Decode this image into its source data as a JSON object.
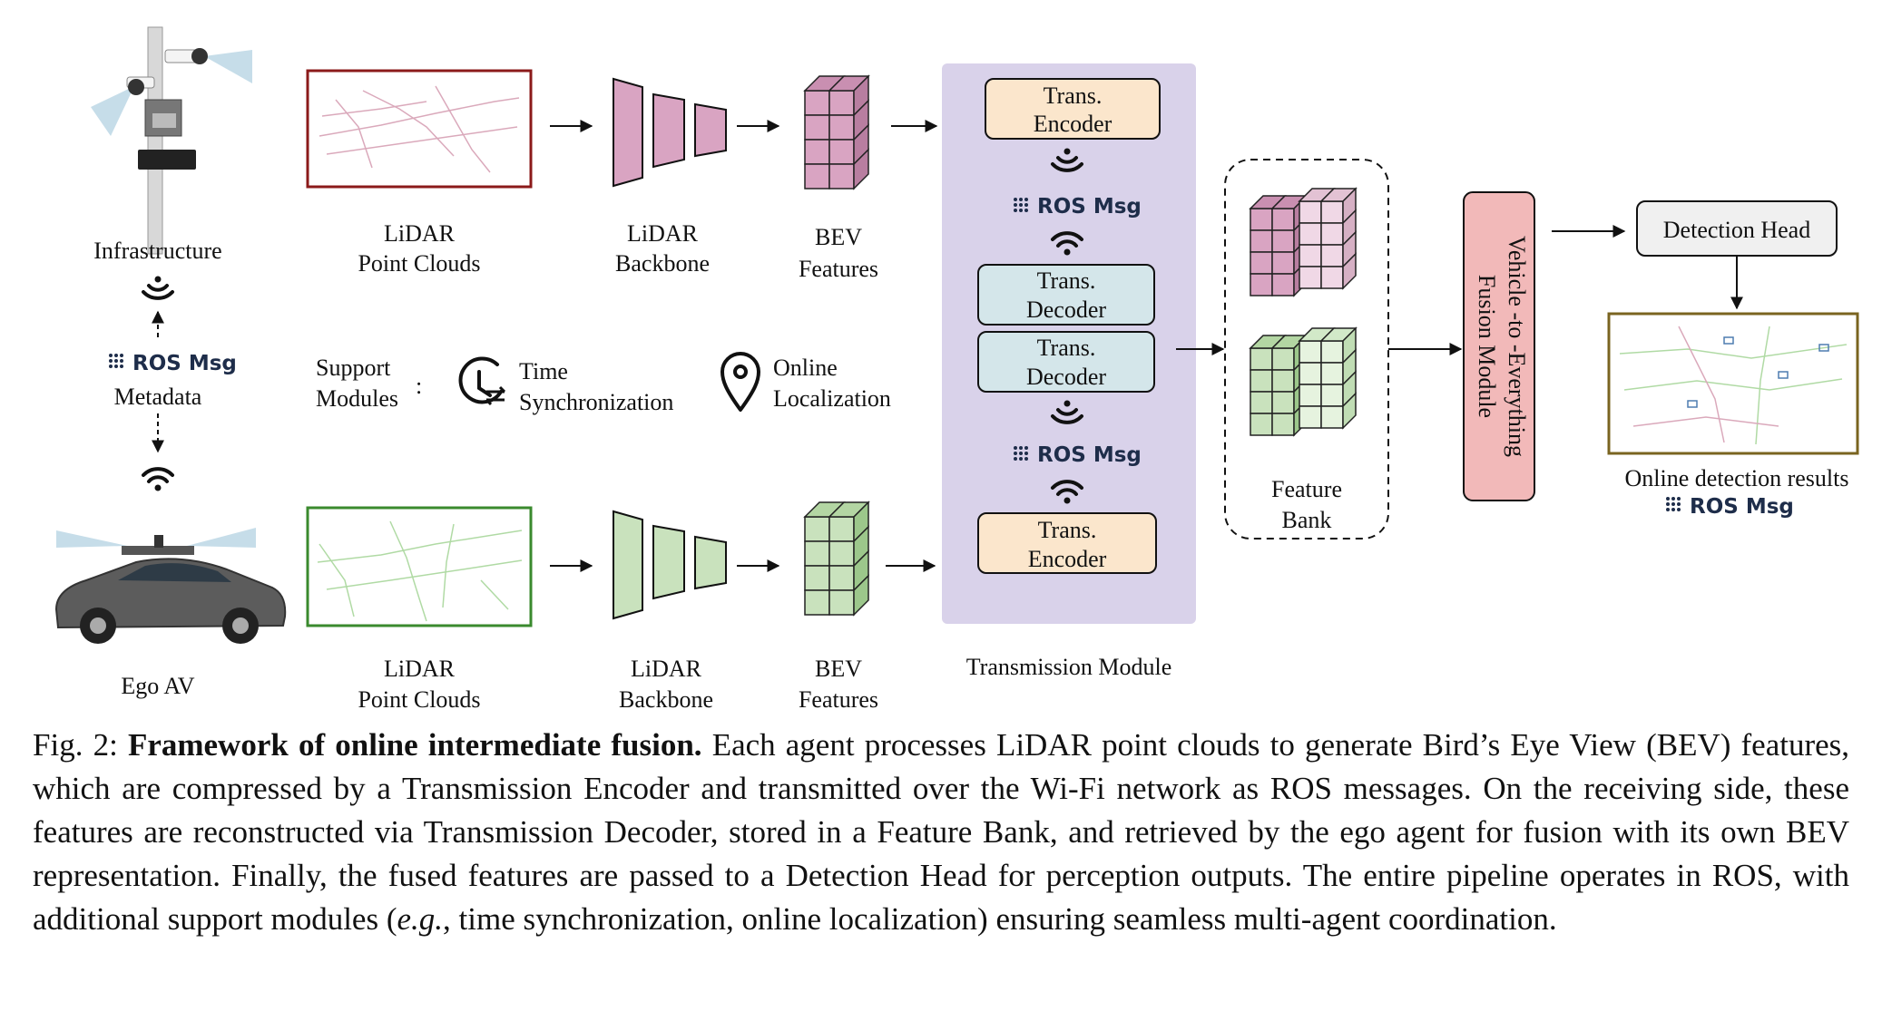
{
  "agents": {
    "infrastructure": "Infrastructure",
    "ego": "Ego AV",
    "metadata": "Metadata"
  },
  "ros_msg": "ROS Msg",
  "pipeline": {
    "point_clouds": [
      "LiDAR",
      "Point Clouds"
    ],
    "backbone": [
      "LiDAR",
      "Backbone"
    ],
    "bev": [
      "BEV",
      "Features"
    ]
  },
  "transmission": {
    "encoder": [
      "Trans.",
      "Encoder"
    ],
    "decoder": [
      "Trans.",
      "Decoder"
    ],
    "title": "Transmission Module"
  },
  "support": {
    "label": [
      "Support",
      "Modules"
    ],
    "colon": ":",
    "time_sync": [
      "Time",
      "Synchronization"
    ],
    "localization": [
      "Online",
      "Localization"
    ]
  },
  "feature_bank": [
    "Feature",
    "Bank"
  ],
  "fusion_module": [
    "Vehicle -to -Everything",
    "Fusion Module"
  ],
  "detection_head": "Detection Head",
  "results": "Online detection results",
  "caption": {
    "prefix": "Fig. 2:",
    "bold": "Framework of online intermediate fusion.",
    "part1": "Each agent processes LiDAR point clouds to generate Bird’s Eye View (BEV) features, which are compressed by a Transmission Encoder and transmitted over the Wi-Fi network as ROS messages. On the receiving side, these features are reconstructed via Transmission Decoder, stored in a Feature Bank, and retrieved by the ego agent for fusion with its own BEV representation. Finally, the fused features are passed to a Detection Head for perception outputs. The entire pipeline operates in ROS, with additional support modules (",
    "italic": "e.g.",
    "part2": ", time synchronization, online localization) ensuring seamless multi-agent coordination."
  },
  "colors": {
    "pink_fill": "#d9a4c2",
    "pink_light": "#f0d8e6",
    "green_fill": "#c9e2bd",
    "green_light": "#e6f3df",
    "infra_frame": "#8b1a1a",
    "ego_frame": "#3a8a2e",
    "result_frame": "#7a6420",
    "encoder": "#fbe6cc",
    "decoder": "#d4e6ea",
    "transmission_bg": "#d9d2ea",
    "fusion": "#f2b9b9",
    "head": "#f0f0f0",
    "ros_text": "#1e2d4a"
  }
}
